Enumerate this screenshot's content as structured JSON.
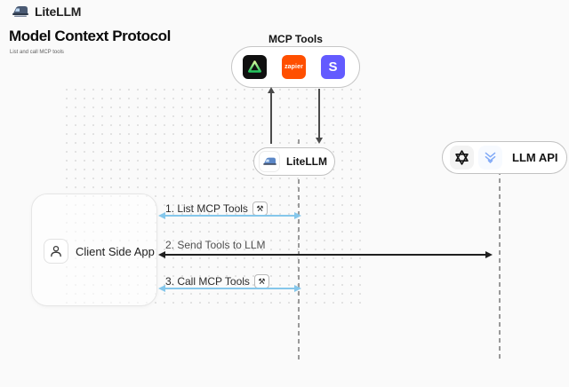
{
  "colors": {
    "bg": "#fafafa",
    "arrow_blue": "#85C7EB",
    "arrow_dark": "#1f1f1f",
    "line_gray": "#4a4a4a",
    "lifeline_gray": "#9a9a9a",
    "zapier_orange": "#FF4F00",
    "s_purple": "#635BFF",
    "triangle_green": "#22C55E"
  },
  "header": {
    "brand": "LiteLLM"
  },
  "page": {
    "title": "Model Context Protocol",
    "subtitle": "List and call MCP tools"
  },
  "mcp": {
    "label": "MCP Tools",
    "zapier_label": "zapier",
    "s_label": "S"
  },
  "nodes": {
    "litellm": {
      "label": "LiteLLM"
    },
    "llm_api": {
      "label": "LLM API"
    },
    "client": {
      "label": "Client Side App"
    }
  },
  "messages": {
    "m1": {
      "label": "1. List MCP Tools",
      "tool_icon": "⚒"
    },
    "m2": {
      "label": "2. Send Tools to LLM"
    },
    "m3": {
      "label": "3. Call MCP Tools",
      "tool_icon": "⚒"
    }
  }
}
